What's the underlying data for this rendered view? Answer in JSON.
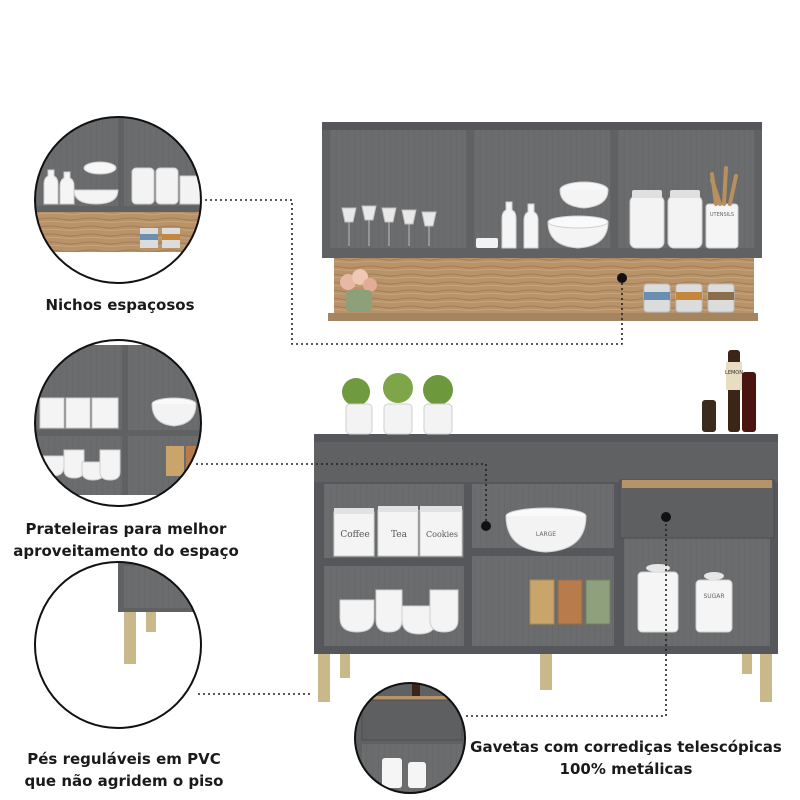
{
  "callouts": {
    "niches": "Nichos espaçosos",
    "shelves_line1": "Prateleiras para melhor",
    "shelves_line2": "aproveitamento do espaço",
    "feet_line1": "Pés reguláveis em PVC",
    "feet_line2": "que não agridem o piso",
    "drawers_line1": "Gavetas com corrediças telescópicas",
    "drawers_line2": "100% metálicas"
  },
  "product_labels": {
    "canister_coffee": "Coffee",
    "canister_tea": "Tea",
    "canister_cookies": "Cookies",
    "bowl_large": "LARGE",
    "jar_sugar": "SUGAR",
    "utensil_pot": "UTENSILS",
    "bottle_lemon": "LEMON"
  },
  "colors": {
    "cabinet_gray": "#5f6163",
    "cabinet_dark": "#4a4c4e",
    "wood": "#b8936a",
    "gold_feet": "#c9b98a"
  }
}
